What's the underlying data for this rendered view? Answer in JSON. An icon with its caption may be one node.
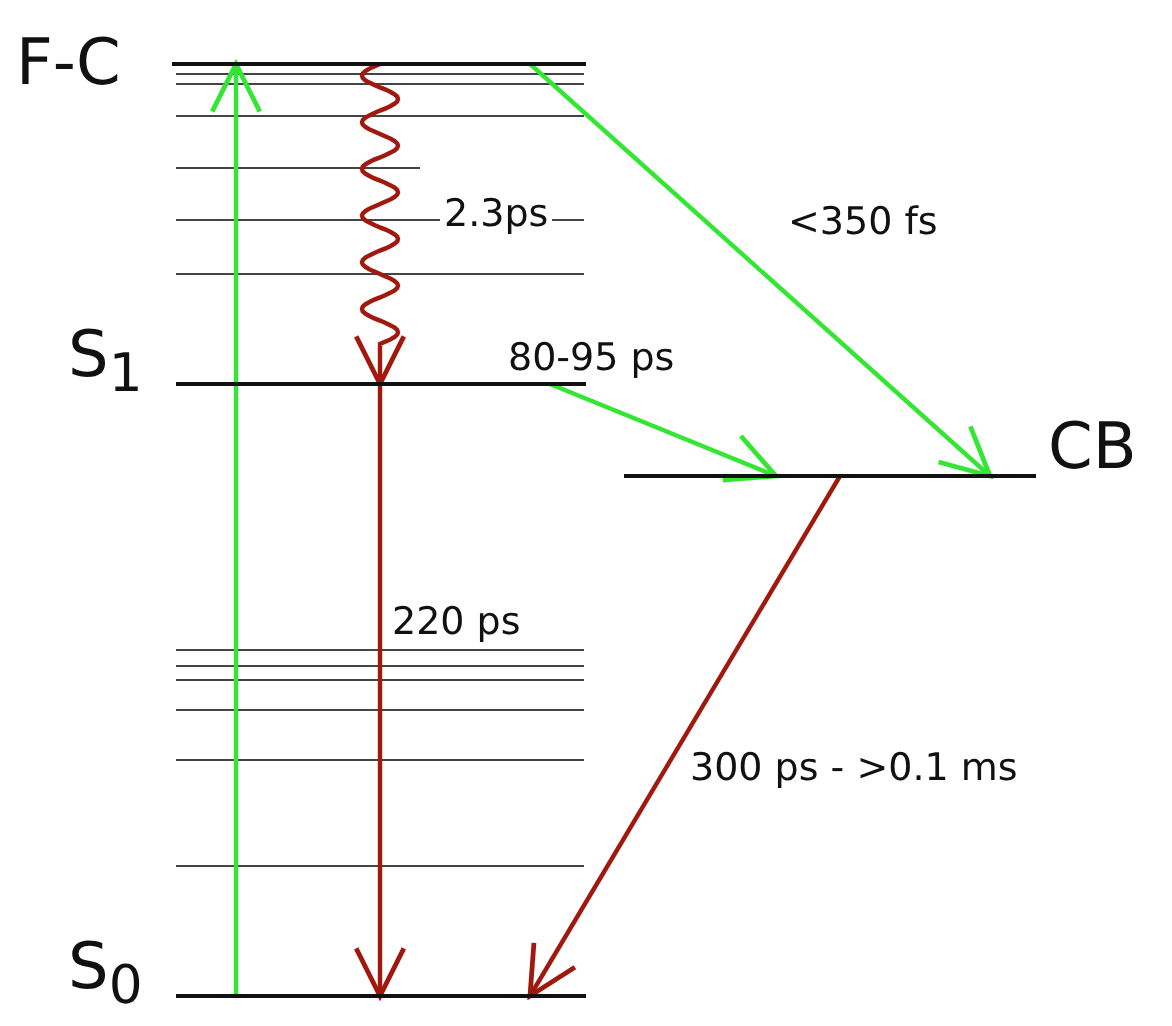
{
  "diagram": {
    "nodes": [
      {
        "text": [
          "F-C"
        ]
      },
      {
        "text": [
          "S$_{1}$"
        ]
      },
      {
        "text": [
          "CB"
        ]
      },
      {
        "text": [
          "S$_{0}$"
        ]
      }
    ],
    "edges": [
      {
        "from": 3,
        "to": 0,
        "arrow": "to",
        "color": "#33e633"
      },
      {
        "from": 0,
        "to": 1,
        "arrow": "to",
        "color": "#a0180e",
        "label": "2.3ps"
      },
      {
        "from": 0,
        "to": 2,
        "arrow": "to",
        "color": "#33e633",
        "label": "<350 fs"
      },
      {
        "from": 1,
        "to": 2,
        "arrow": "to",
        "color": "#33e633",
        "label": "80-95 ps"
      },
      {
        "from": 1,
        "to": 3,
        "arrow": "to",
        "color": "#a0180e",
        "label": "220 ps"
      },
      {
        "from": 2,
        "to": 3,
        "arrow": "to",
        "color": "#a0180e",
        "label": "300 ps - >0.1 ms"
      }
    ]
  }
}
